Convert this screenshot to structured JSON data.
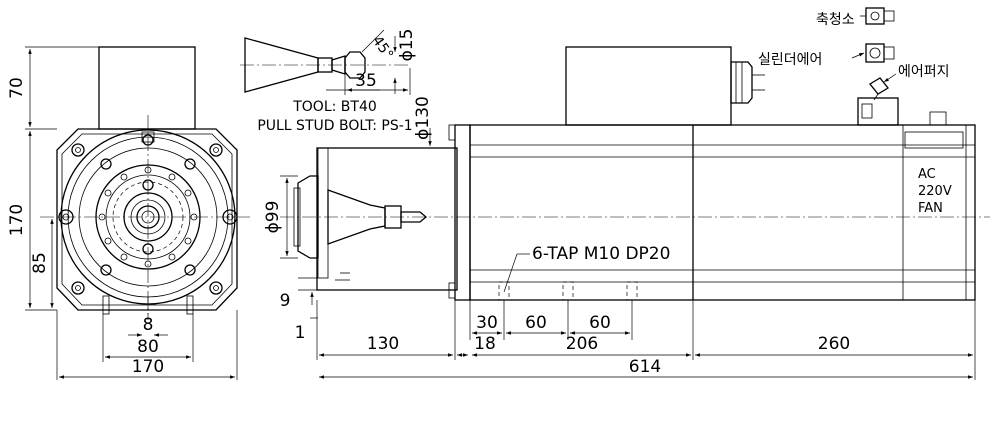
{
  "front_view": {
    "dims": {
      "height_top": "70",
      "height_body": "170",
      "height_center": "85",
      "key_width": "8",
      "key_spacing": "80",
      "overall_width": "170"
    }
  },
  "tool_detail": {
    "angle": "45°",
    "stud_diameter": "ϕ15",
    "stud_length": "35",
    "tool_label": "TOOL: BT40",
    "pull_stud_label": "PULL STUD BOLT: PS-1"
  },
  "side_view": {
    "dims": {
      "diameter_130": "ϕ130",
      "diameter_99": "ϕ99",
      "offset_9": "9",
      "offset_1": "1",
      "nose_length": "130",
      "tap_spacing_1": "30",
      "tap_spacing_2": "60",
      "tap_spacing_3": "60",
      "flange_18": "18",
      "body_206": "206",
      "rear_260": "260",
      "overall_614": "614"
    },
    "tap_label": "6-TAP M10 DP20",
    "fan_label": [
      "AC",
      "220V",
      "FAN"
    ]
  },
  "ports": {
    "shaft_cleaning": "축청소",
    "cylinder_air": "실린더에어",
    "air_purge": "에어퍼지"
  }
}
